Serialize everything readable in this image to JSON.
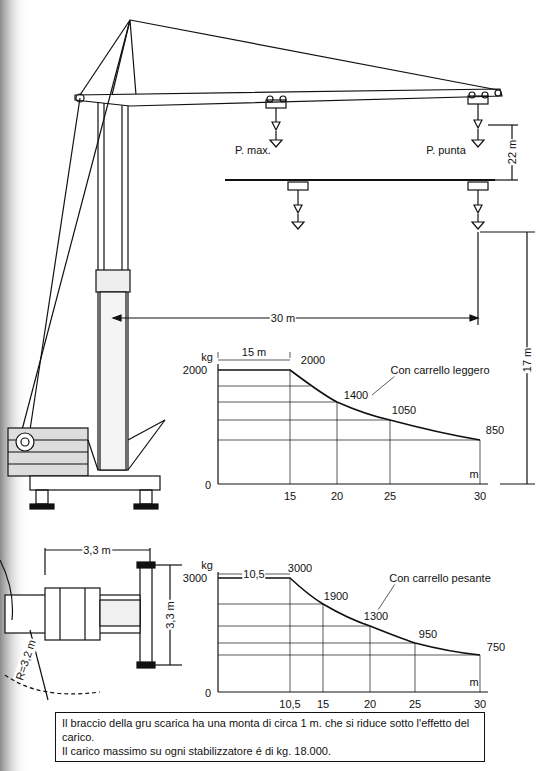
{
  "diagram": {
    "nodes": [
      {
        "text": [
          "Il braccio della gru scarica ha una monta di circa 1 m. che si riduce sotto l'effetto del carico.",
          "Il carico massimo su ogni stabilizzatore é di kg. 18.000."
        ]
      }
    ],
    "labels": [
      "P. max.",
      "P. punta",
      "22 m",
      "30 m",
      "17 m",
      "kg",
      "15 m",
      "2000",
      "2000",
      "1400",
      "1050",
      "850",
      "Con carrello leggero",
      "0",
      "15",
      "20",
      "25",
      "30",
      "m",
      "3,3 m",
      "3,3 m",
      "R=3,2 m",
      "kg",
      "10,5",
      "3000",
      "3000",
      "1900",
      "1300",
      "950",
      "750",
      "Con carrello pesante",
      "0",
      "10,5",
      "15",
      "20",
      "25",
      "30",
      "m"
    ]
  }
}
